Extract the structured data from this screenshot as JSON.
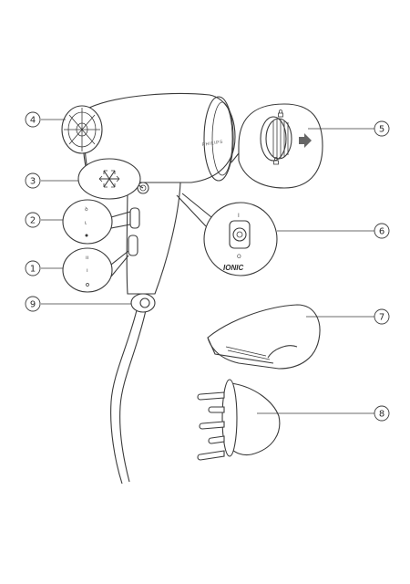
{
  "brand": "PHILIPS",
  "ionic_label": "IONIC",
  "ionic_switch": {
    "on_mark": "I",
    "off_mark": "O"
  },
  "callouts": [
    {
      "id": "1",
      "label": "1"
    },
    {
      "id": "2",
      "label": "2"
    },
    {
      "id": "3",
      "label": "3"
    },
    {
      "id": "4",
      "label": "4"
    },
    {
      "id": "5",
      "label": "5"
    },
    {
      "id": "6",
      "label": "6"
    },
    {
      "id": "7",
      "label": "7"
    },
    {
      "id": "8",
      "label": "8"
    },
    {
      "id": "9",
      "label": "9"
    }
  ],
  "icon_names": [
    "snowflake-icon",
    "lock-icon",
    "unlock-icon",
    "arrow-right-icon"
  ]
}
